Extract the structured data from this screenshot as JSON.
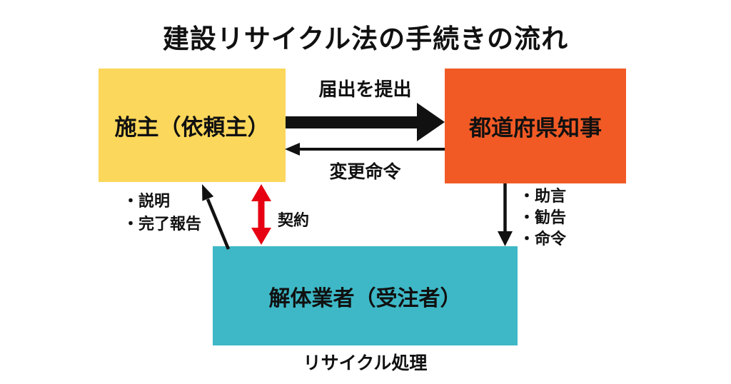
{
  "title": "建設リサイクル法の手続きの流れ",
  "colors": {
    "background": "#ffffff",
    "text": "#111111",
    "client_box": "#fbd75b",
    "governor_box": "#f15a25",
    "contractor_box": "#3eb8c6",
    "black_arrow": "#111111",
    "red_arrow": "#e60012"
  },
  "nodes": {
    "client": {
      "label": "施主（依頼主）"
    },
    "governor": {
      "label": "都道府県知事"
    },
    "contractor": {
      "label": "解体業者（受注者）"
    }
  },
  "edges": {
    "submit_notification": {
      "label": "届出を提出",
      "from": "client",
      "to": "governor"
    },
    "change_order": {
      "label": "変更命令",
      "from": "governor",
      "to": "client"
    },
    "contract": {
      "label": "契約",
      "from": "client",
      "to": "contractor",
      "bidirectional": true
    },
    "report_to_client": {
      "lines": [
        "・説明",
        "・完了報告"
      ],
      "from": "contractor",
      "to": "client"
    },
    "governor_actions": {
      "lines": [
        "・助言",
        "・勧告",
        "・命令"
      ],
      "from": "governor",
      "to": "contractor"
    }
  },
  "footer": {
    "label": "リサイクル処理"
  }
}
